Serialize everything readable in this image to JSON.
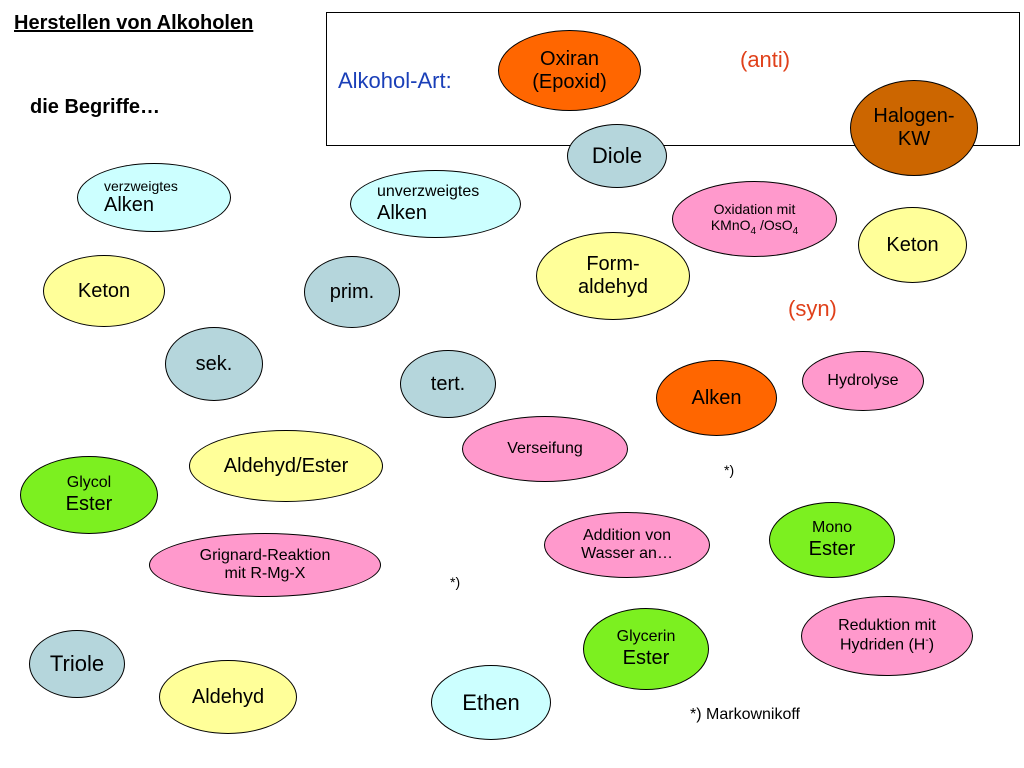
{
  "page": {
    "title": "Herstellen von Alkoholen",
    "subtitle": "die Begriffe…"
  },
  "box": {
    "label": "Alkohol-Art:",
    "anti": "(anti)"
  },
  "syn": "(syn)",
  "notes": {
    "star_1": "*)",
    "star_2": "*)",
    "footnote_mark": "*)",
    "footnote_text": "Markownikoff"
  },
  "bubbles": {
    "oxiran": {
      "line1": "Oxiran",
      "line2": "(Epoxid)"
    },
    "halogen": {
      "line1": "Halogen-",
      "line2": "KW"
    },
    "diole": "Diole",
    "verzweigtes": {
      "line1": "verzweigtes",
      "line2": "Alken"
    },
    "unverzweigtes": {
      "line1": "unverzweigtes",
      "line2": "Alken"
    },
    "oxidation": {
      "line1": "Oxidation mit",
      "kmno": "KMnO",
      "sub4a": "4",
      "oso": " /OsO",
      "sub4b": "4"
    },
    "keton_right": "Keton",
    "formaldehyd": {
      "line1": "Form-",
      "line2": "aldehyd"
    },
    "keton_left": "Keton",
    "prim": "prim.",
    "sek": "sek.",
    "tert": "tert.",
    "alken": "Alken",
    "hydrolyse": "Hydrolyse",
    "verseifung": "Verseifung",
    "aldehyd_ester": "Aldehyd/Ester",
    "glycol_ester": {
      "line1": "Glycol",
      "line2": "Ester"
    },
    "mono_ester": {
      "line1": "Mono",
      "line2": "Ester"
    },
    "addition": {
      "line1": "Addition von",
      "line2": "Wasser an…"
    },
    "grignard": {
      "line1": "Grignard-Reaktion",
      "line2": "mit R-Mg-X"
    },
    "glycerin_ester": {
      "line1": "Glycerin",
      "line2": "Ester"
    },
    "reduktion": {
      "line1": "Reduktion mit",
      "line2": "Hydriden (H",
      "sup": "-",
      "close": ")"
    },
    "triole": "Triole",
    "aldehyd": "Aldehyd",
    "ethen": "Ethen"
  }
}
